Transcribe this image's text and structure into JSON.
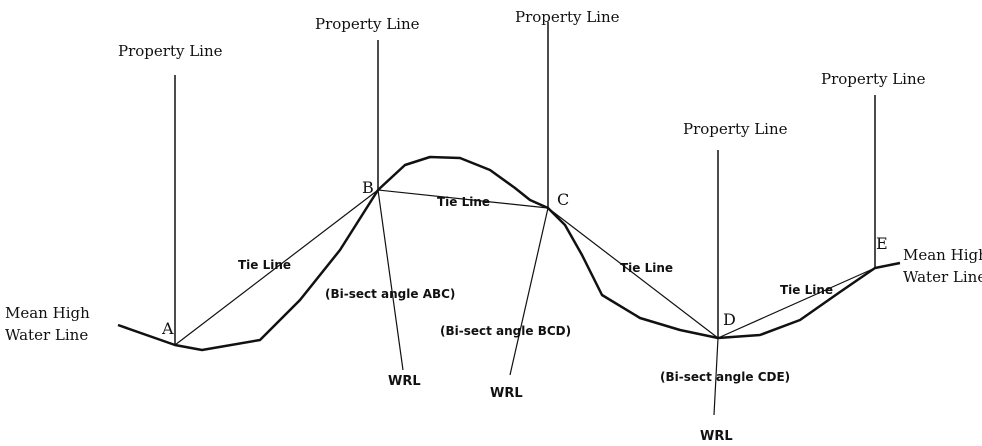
{
  "labels": {
    "property_line": "Property Line",
    "property_line_c": "Property Line",
    "mean_high_water_line": [
      "Mean High",
      "Water Line"
    ],
    "tie_line": "Tie Line",
    "bisect_abc": "(Bi-sect angle ABC)",
    "bisect_bcd": "(Bi-sect angle BCD)",
    "bisect_cde": "(Bi-sect angle CDE)",
    "wrl": "WRL"
  },
  "points": {
    "A": "A",
    "B": "B",
    "C": "C",
    "D": "D",
    "E": "E"
  }
}
